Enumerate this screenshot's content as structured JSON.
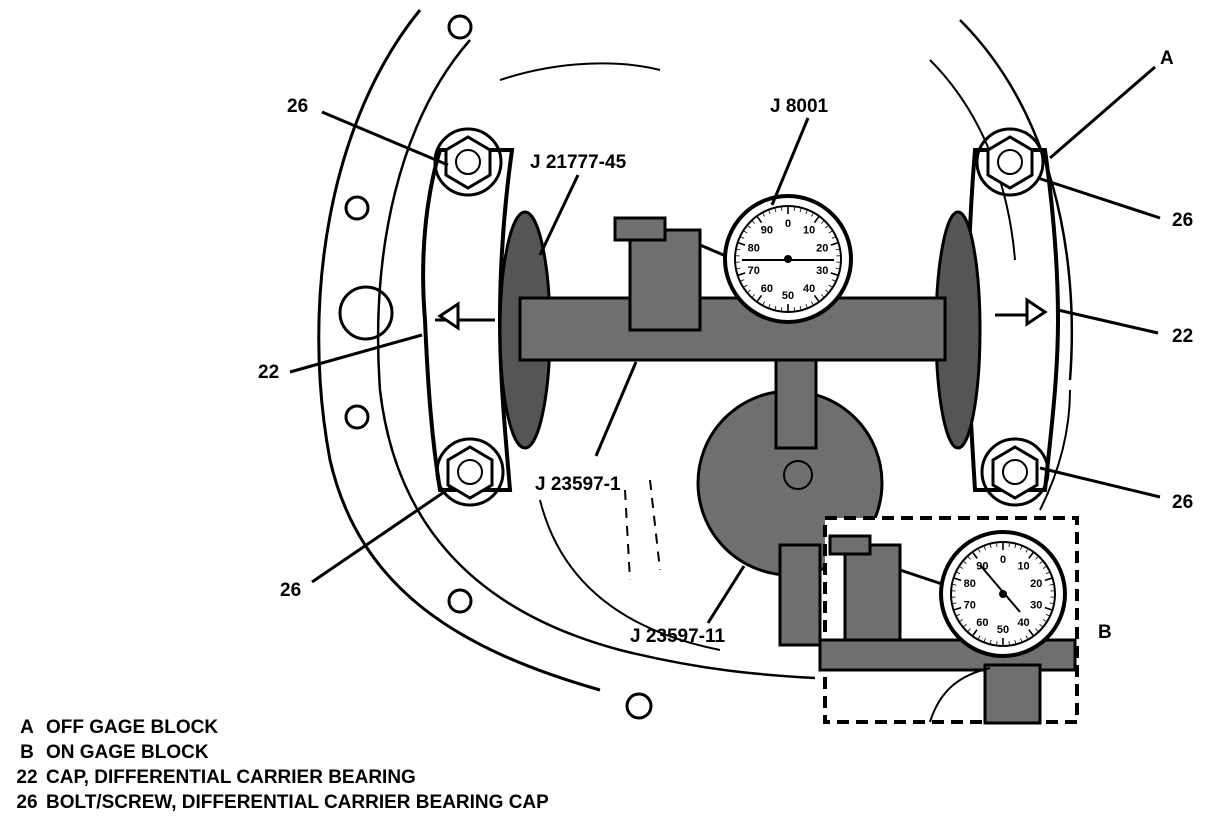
{
  "callouts": {
    "c26_top_left": "26",
    "c26_bottom_left": "26",
    "c26_top_right": "26",
    "c26_bottom_right": "26",
    "c22_left": "22",
    "c22_right": "22",
    "a": "A",
    "b": "B",
    "j21777": "J 21777-45",
    "j8001": "J 8001",
    "j23597_1": "J 23597-1",
    "j23597_11": "J 23597-11"
  },
  "dial_numbers": [
    "0",
    "10",
    "20",
    "30",
    "40",
    "50",
    "60",
    "70",
    "80",
    "90"
  ],
  "legend": [
    {
      "key": "A",
      "text": "OFF GAGE BLOCK"
    },
    {
      "key": "B",
      "text": "ON GAGE BLOCK"
    },
    {
      "key": "22",
      "text": "CAP, DIFFERENTIAL CARRIER BEARING"
    },
    {
      "key": "26",
      "text": "BOLT/SCREW, DIFFERENTIAL CARRIER BEARING CAP"
    }
  ]
}
